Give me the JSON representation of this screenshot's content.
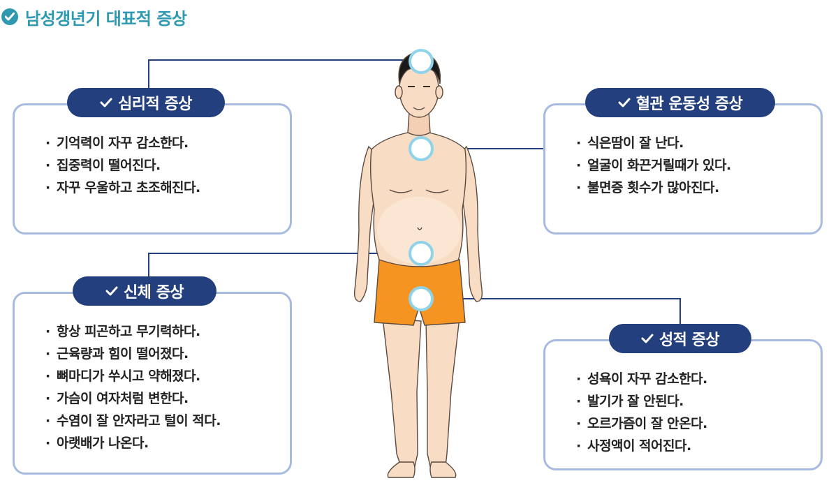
{
  "title": "남성갱년기 대표적 증상",
  "sections": {
    "psychological": {
      "label": "심리적 증상",
      "items": [
        "기억력이 자꾸 감소한다.",
        "집중력이 떨어진다.",
        "자꾸 우울하고 초조해진다."
      ]
    },
    "vascular": {
      "label": "혈관 운동성 증상",
      "items": [
        "식은땀이 잘 난다.",
        "얼굴이 화끈거릴때가 있다.",
        "불면증 횟수가 많아진다."
      ]
    },
    "physical": {
      "label": "신체 증상",
      "items": [
        "항상 피곤하고 무기력하다.",
        "근육량과 힘이 떨어졌다.",
        "뼈마디가 쑤시고 약해졌다.",
        "가슴이 여자처럼 변한다.",
        "수염이 잘 안자라고 털이 적다.",
        "아랫배가 나온다."
      ]
    },
    "sexual": {
      "label": "성적 증상",
      "items": [
        "성욕이 자꾸 감소한다.",
        "발기가 잘 안된다.",
        "오르가즘이 잘 안온다.",
        "사정액이 적어진다."
      ]
    }
  },
  "bullet": "·",
  "colors": {
    "title": "#2f99b1",
    "pill": "#233f7d",
    "box_border": "#a7bbe1",
    "connector": "#233f7d",
    "marker": "#8fd3ea",
    "skin": "#f9dcc4",
    "shorts": "#f59420"
  }
}
